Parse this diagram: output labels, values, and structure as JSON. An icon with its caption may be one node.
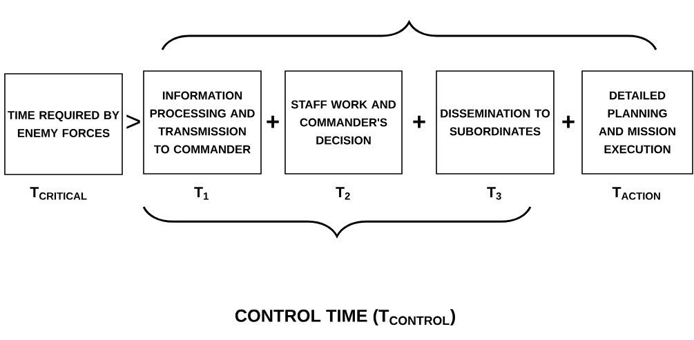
{
  "diagram": {
    "nodes": [
      {
        "text": [
          "TIME REQUIRED BY ENEMY FORCES"
        ],
        "beside": [
          "T$_{CRITICAL}$"
        ]
      },
      {
        "text": [
          "INFORMATION PROCESSING AND TRANSMISSION TO COMMANDER"
        ],
        "beside": [
          "T$_{1}$"
        ]
      },
      {
        "text": [
          "STAFF WORK AND COMMANDER'S DECISION"
        ],
        "beside": [
          "T$_{2}$"
        ]
      },
      {
        "text": [
          "DISSEMINATION TO SUBORDINATES"
        ],
        "beside": [
          "T$_{3}$"
        ]
      },
      {
        "text": [
          "DETAILED PLANNING AND MISSION EXECUTION"
        ],
        "beside": [
          "T$_{ACTION}$"
        ]
      }
    ],
    "labels": [
      ">",
      "+",
      "+",
      "+",
      "CONTROL TIME (T$_{CONTROL}$)"
    ]
  }
}
